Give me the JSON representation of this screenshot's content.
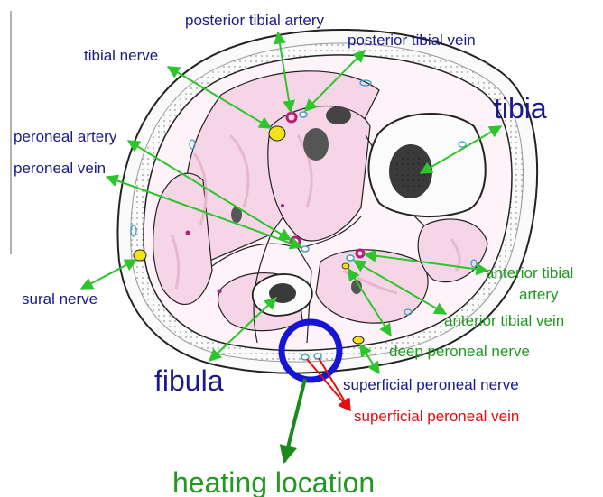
{
  "labels": {
    "posterior_tibial_artery": "posterior tibial artery",
    "posterior_tibial_vein": "posterior tibial vein",
    "tibial_nerve": "tibial nerve",
    "tibia": "tibia",
    "peroneal_artery": "peroneal artery",
    "peroneal_vein": "peroneal vein",
    "sural_nerve": "sural nerve",
    "anterior_tibial_artery_1": "anterior tibial",
    "anterior_tibial_artery_2": "artery",
    "anterior_tibial_vein": "anterior tibial vein",
    "deep_peroneal_nerve": "deep peroneal nerve",
    "fibula": "fibula",
    "superficial_peroneal_nerve": "superficial peroneal nerve",
    "superficial_peroneal_vein": "superficial peroneal vein",
    "heating_location": "heating location"
  },
  "colors": {
    "navy_label": "#1a1a8c",
    "green_label": "#1f9a1f",
    "red_label": "#e01010",
    "green_arrow": "#2cc52c",
    "dark_green_arrow": "#1a8a1a",
    "red_arrow": "#e01010",
    "blue_circle": "#1515d8",
    "muscle_pink": "#f6d6e6",
    "nerve_yellow": "#f2e21a",
    "artery_magenta": "#b0207a"
  }
}
